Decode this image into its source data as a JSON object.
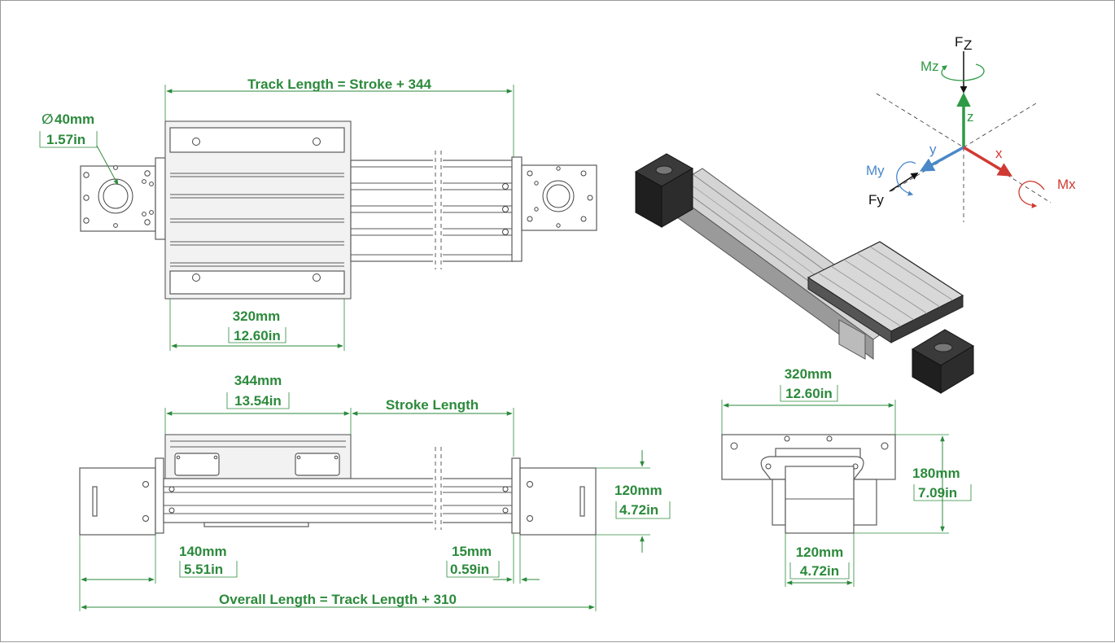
{
  "top_view": {
    "track_length": "Track Length = Stroke + 344",
    "diameter_symbol": "∅",
    "diameter_mm": "40mm",
    "diameter_in": "1.57in",
    "carriage_mm": "320mm",
    "carriage_in": "12.60in"
  },
  "side_view": {
    "carriage_mm": "344mm",
    "carriage_in": "13.54in",
    "stroke_length": "Stroke Length",
    "height_mm": "120mm",
    "height_in": "4.72in",
    "end_mm": "140mm",
    "end_in": "5.51in",
    "gap_mm": "15mm",
    "gap_in": "0.59in",
    "overall_length": "Overall Length = Track Length + 310"
  },
  "end_view": {
    "width_mm": "320mm",
    "width_in": "12.60in",
    "height_mm": "180mm",
    "height_in": "7.09in",
    "body_mm": "120mm",
    "body_in": "4.72in"
  },
  "axes": {
    "fz": "F",
    "fz_sub": "Z",
    "mz": "Mz",
    "z": "z",
    "y": "y",
    "x": "x",
    "my": "My",
    "fy": "Fy",
    "mx": "Mx",
    "colors": {
      "z": "#2e9a45",
      "y": "#4a88c8",
      "x": "#d03a32",
      "force": "#111111"
    }
  }
}
